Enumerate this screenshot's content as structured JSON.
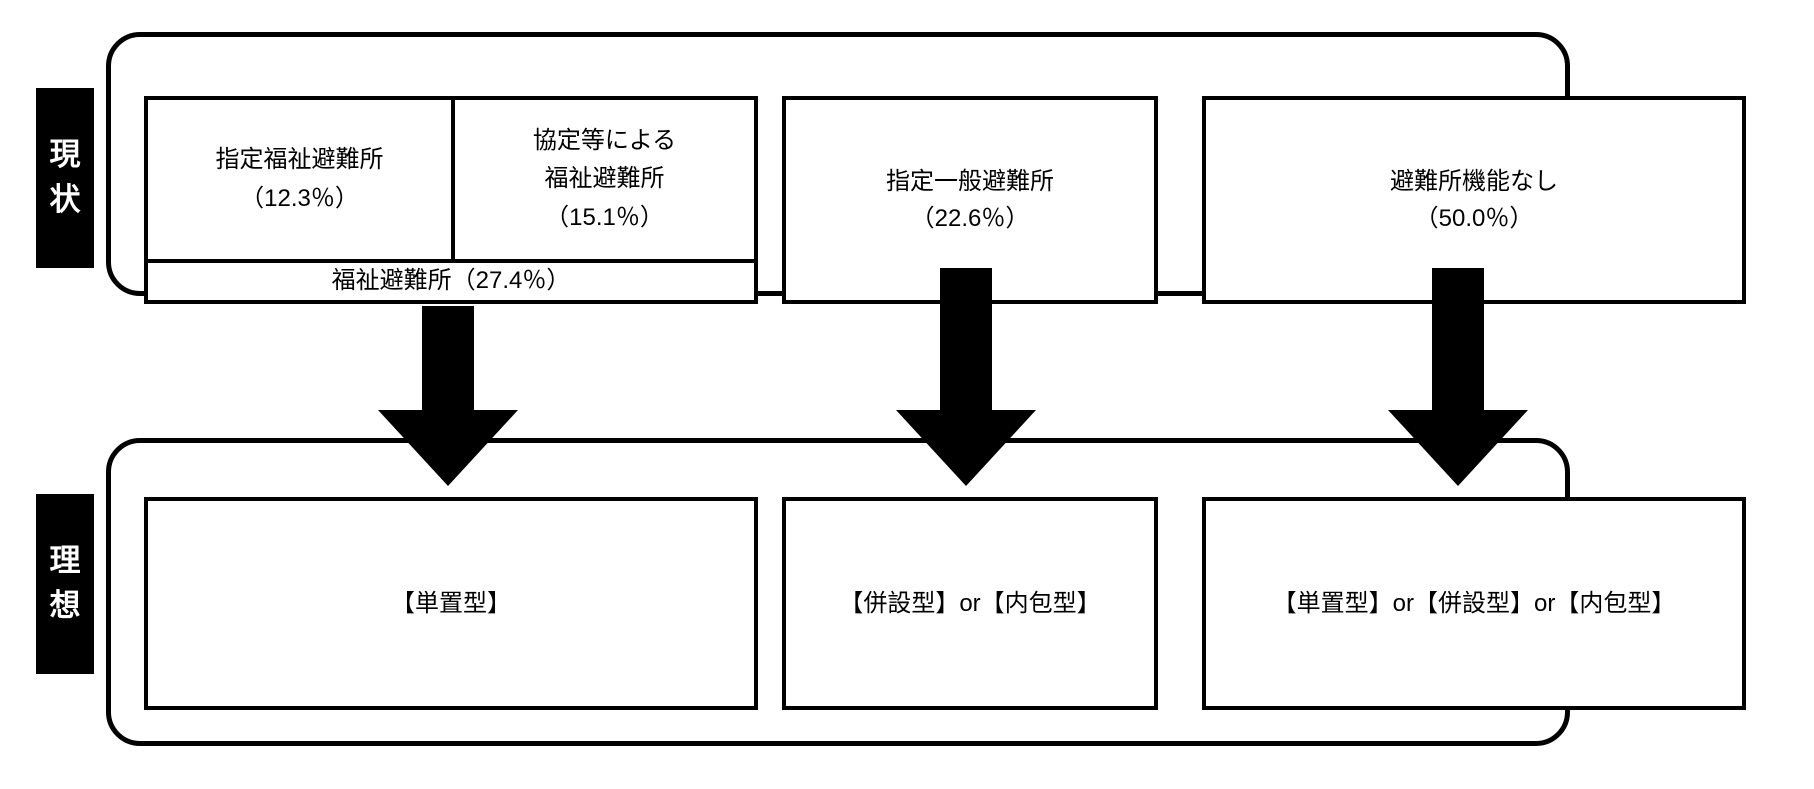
{
  "diagram": {
    "title_note": "",
    "sections": [
      {
        "tab_label_chars": [
          "現",
          "状"
        ],
        "tab_label": "現状"
      },
      {
        "tab_label_chars": [
          "理",
          "想"
        ],
        "tab_label": "理想"
      }
    ]
  },
  "current": {
    "tab_label": "現状",
    "tab_char_1": "現",
    "tab_char_2": "状",
    "welfare_group": {
      "designated": {
        "name": "指定福祉避難所",
        "percent": "（12.3％）"
      },
      "agreement": {
        "name_line1": "協定等による",
        "name_line2": "福祉避難所",
        "percent": "（15.1％）"
      },
      "total": {
        "label": "福祉避難所（27.4％）"
      }
    },
    "general_shelter": {
      "name": "指定一般避難所",
      "percent": "（22.6％）"
    },
    "no_function": {
      "name": "避難所機能なし",
      "percent": "（50.0％）"
    }
  },
  "ideal": {
    "tab_label": "理想",
    "tab_char_1": "理",
    "tab_char_2": "想",
    "box_1": {
      "label": "【単置型】"
    },
    "box_2": {
      "label": "【併設型】or【内包型】"
    },
    "box_3": {
      "label": "【単置型】or【併設型】or【内包型】"
    }
  },
  "arrows": [
    {
      "name": "arrow-welfare-to-ideal-1",
      "direction": "down"
    },
    {
      "name": "arrow-general-to-ideal-2",
      "direction": "down"
    },
    {
      "name": "arrow-nofunction-to-ideal-3",
      "direction": "down"
    }
  ],
  "colors": {
    "line": "#000000",
    "background": "#ffffff",
    "tab_background": "#000000",
    "tab_text": "#ffffff"
  }
}
